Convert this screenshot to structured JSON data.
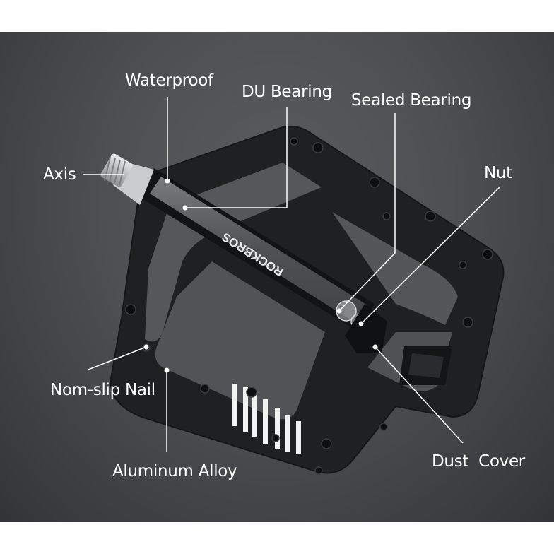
{
  "diagram": {
    "subject": "bicycle platform pedal",
    "brand_mark": "ROCKBROS",
    "background_color": "#4e4f52",
    "label_color": "#ffffff",
    "labels": [
      {
        "id": "waterproof",
        "text": "Waterproof"
      },
      {
        "id": "du-bearing",
        "text": "DU Bearing"
      },
      {
        "id": "sealed-bearing",
        "text": "Sealed Bearing"
      },
      {
        "id": "axis",
        "text": "Axis"
      },
      {
        "id": "nut",
        "text": "Nut"
      },
      {
        "id": "non-slip-nail",
        "text": "Nom-slip Nail"
      },
      {
        "id": "aluminum-alloy",
        "text": "Aluminum Alloy"
      },
      {
        "id": "dust-cover",
        "text": "Dust  Cover"
      }
    ]
  }
}
